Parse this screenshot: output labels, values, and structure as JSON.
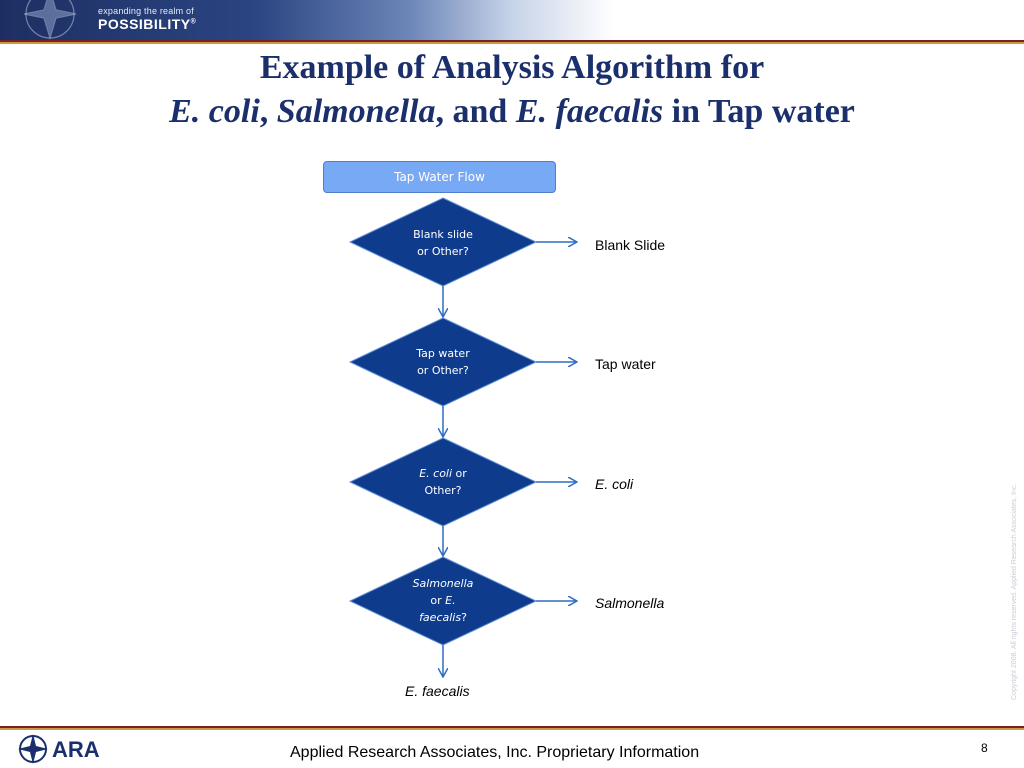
{
  "header": {
    "tagline_small": "expanding the realm of",
    "tagline_big": "POSSIBILITY",
    "tagline_mark": "®"
  },
  "title": {
    "line1": "Example of Analysis Algorithm for",
    "line2_part1": "E. coli",
    "line2_sep1": ", ",
    "line2_part2": "Salmonella",
    "line2_sep2": ", and ",
    "line2_part3": "E. faecalis",
    "line2_part4": " in Tap water"
  },
  "flowchart": {
    "start": "Tap Water Flow",
    "decisions": [
      {
        "line1": "Blank slide",
        "line2": "or Other?"
      },
      {
        "line1": "Tap water",
        "line2": "or  Other?"
      },
      {
        "line1_italic": "E. coli",
        "line1_rest": " or",
        "line2": "Other?"
      },
      {
        "line1_italic": "Salmonella",
        "line2_pre": "or ",
        "line2_italic": "E.",
        "line3_italic": "faecalis",
        "line3_rest": "?"
      }
    ],
    "outcomes": [
      "Blank Slide",
      "Tap water",
      "E. coli",
      "Salmonella"
    ],
    "final_outcome": "E. faecalis",
    "colors": {
      "start_fill": "#78a9f5",
      "diamond_fill": "#0e3b8c",
      "arrow": "#2f6bc0"
    }
  },
  "footer": {
    "company": "ARA",
    "text": "Applied Research Associates, Inc. Proprietary Information",
    "page_number": "8",
    "copyright": "Copyright 2008. All rights reserved. Applied Research Associates, Inc."
  }
}
